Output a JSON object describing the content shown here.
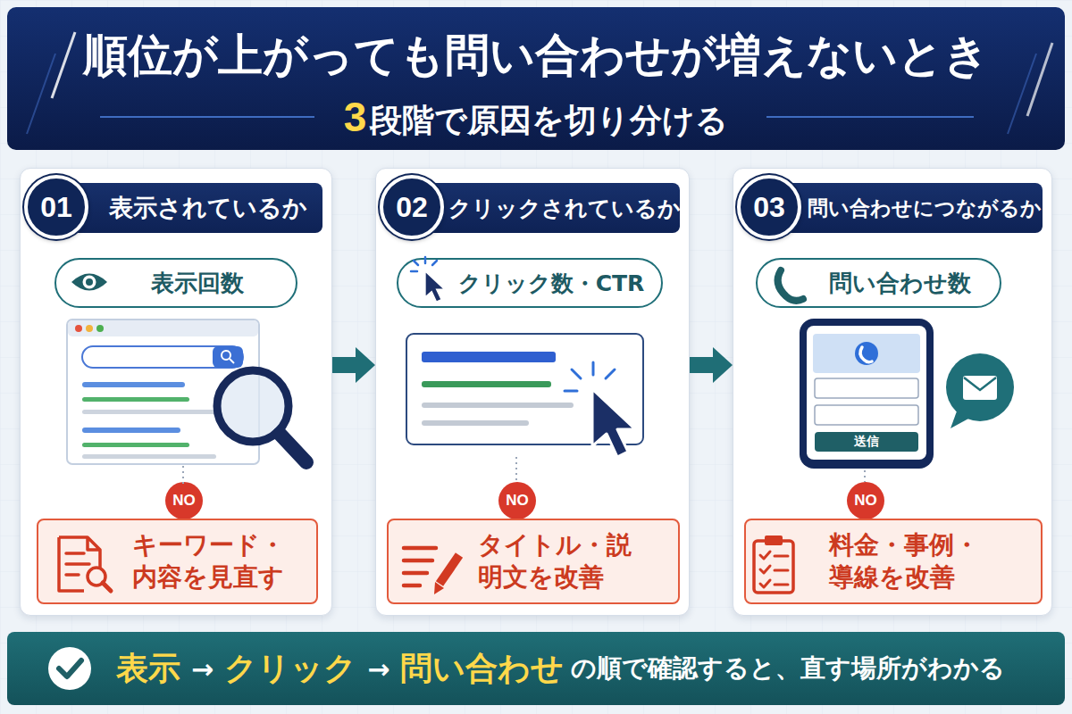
{
  "diagram": {
    "title": "順位が上がっても問い合わせが増えないとき",
    "nodes": [
      {
        "text": [
          "表示されているか"
        ]
      },
      {
        "text": [
          "01"
        ],
        "in": 0
      },
      {
        "text": [
          "表示回数"
        ],
        "in": 0
      },
      {
        "text": [
          "NO"
        ],
        "in": 0
      },
      {
        "text": [
          "キーワード・内容を見直す"
        ],
        "in": 0
      },
      {
        "text": [
          "クリックされているか"
        ]
      },
      {
        "text": [
          "02"
        ],
        "in": 5
      },
      {
        "text": [
          "クリック数・CTR"
        ],
        "in": 5
      },
      {
        "text": [
          "NO"
        ],
        "in": 5
      },
      {
        "text": [
          "タイトル・説明文を改善"
        ],
        "in": 5
      },
      {
        "text": [
          "問い合わせにつながるか"
        ]
      },
      {
        "text": [
          "03"
        ],
        "in": 10
      },
      {
        "text": [
          "問い合わせ数"
        ],
        "in": 10
      },
      {
        "text": [
          "NO"
        ],
        "in": 10
      },
      {
        "text": [
          "料金・事例・導線を改善"
        ],
        "in": 10
      },
      {
        "text": [
          "表示",
          "→",
          "クリック",
          "→",
          "問い合わせ",
          "の順で確認すると、直す場所がわかる"
        ]
      }
    ],
    "edges": [
      {
        "from": 0,
        "to": 5,
        "arrow": "to"
      },
      {
        "from": 5,
        "to": 10,
        "arrow": "to"
      }
    ],
    "labels": [
      "3",
      "段階で原因を切り分ける",
      "送信"
    ]
  }
}
